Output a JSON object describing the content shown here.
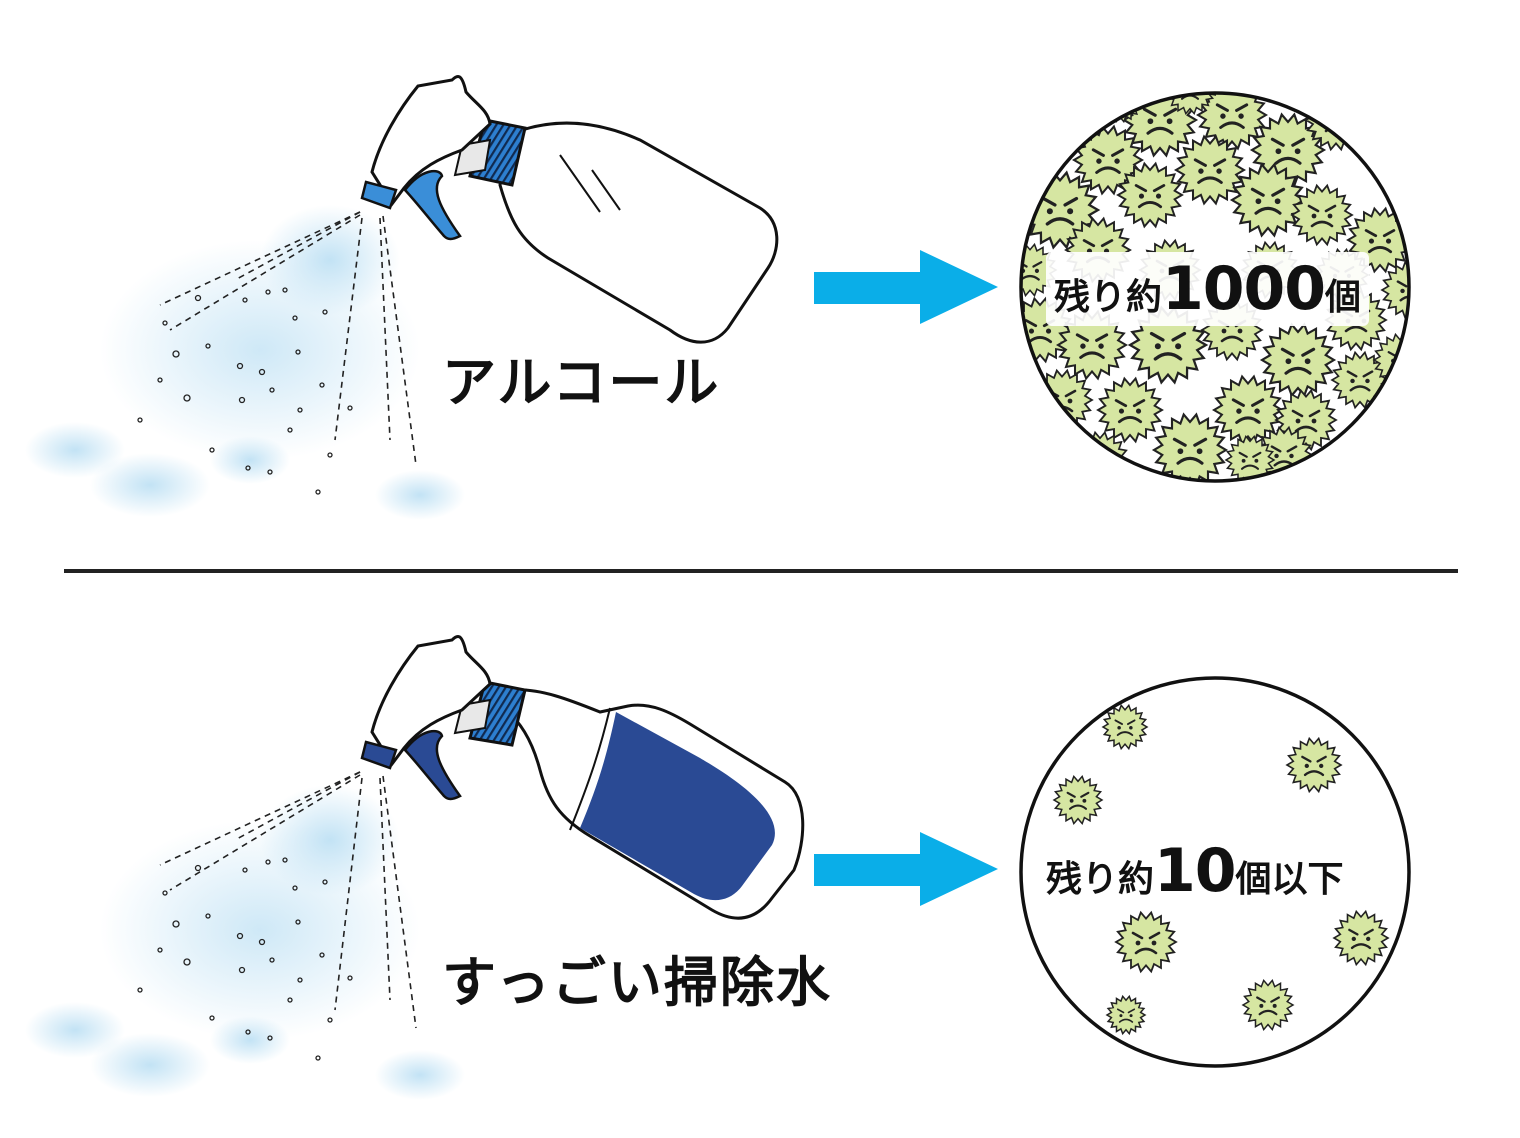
{
  "colors": {
    "arrow": "#0aaee8",
    "mist": "#bfe1f4",
    "germ_fill": "#d6e6a2",
    "germ_stroke": "#222222",
    "bottle_label": "#2a4a94",
    "nozzle": "#3a8ed8",
    "divider": "#222222"
  },
  "icons": {
    "germ": "angry-germ-icon",
    "arrow": "right-arrow-icon",
    "bottle": "spray-bottle-icon"
  },
  "panels": [
    {
      "product_label": "アルコール",
      "result_prefix": "残り約",
      "result_number": "1000",
      "result_suffix": "個",
      "germ_density": "many"
    },
    {
      "product_label": "すっごい掃除水",
      "result_prefix": "残り約",
      "result_number": "10",
      "result_suffix": "個以下",
      "germ_density": "few"
    }
  ]
}
